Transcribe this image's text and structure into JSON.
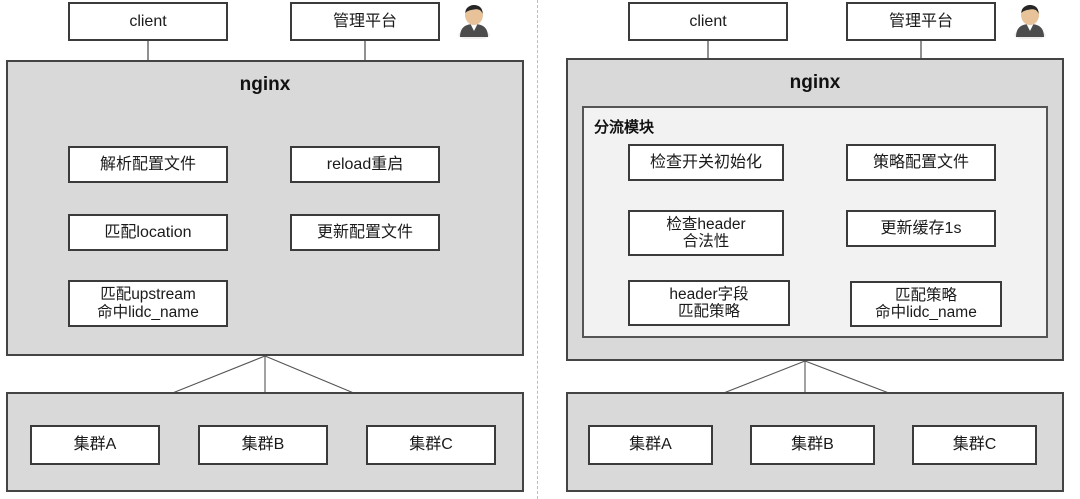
{
  "diagram": {
    "title_hidden": "",
    "colors": {
      "panel_gray": "#d9d9d9",
      "module_light": "#f2f2f2",
      "box_fill": "#ffffff",
      "box_border": "#3b3b3b",
      "line": "#555555",
      "divider": "#bdbdbd"
    },
    "left": {
      "client_box": "client",
      "admin_box": "管理平台",
      "avatar_label": "user-avatar",
      "nginx_title": "nginx",
      "nodes": [
        "解析配置文件",
        "匹配location",
        "匹配upstream\n命中lidc_name",
        "reload重启",
        "更新配置文件"
      ],
      "cluster_nodes": [
        "集群A",
        "集群B",
        "集群C"
      ]
    },
    "right": {
      "client_box": "client",
      "admin_box": "管理平台",
      "avatar_label": "user-avatar",
      "nginx_title": "nginx",
      "module_title": "分流模块",
      "nodes": [
        "检查开关初始化",
        "检查header\n合法性",
        "header字段\n匹配策略",
        "策略配置文件",
        "更新缓存1s",
        "匹配策略\n命中lidc_name"
      ],
      "cluster_nodes": [
        "集群A",
        "集群B",
        "集群C"
      ]
    }
  }
}
